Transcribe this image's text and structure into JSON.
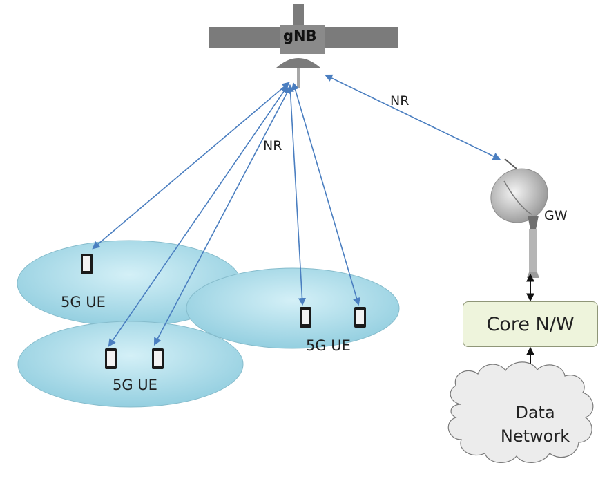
{
  "gnb": {
    "label": "gNB"
  },
  "links": {
    "nr_label_ues": "NR",
    "nr_label_gw": "NR"
  },
  "cells": [
    {
      "label": "5G UE"
    },
    {
      "label": "5G UE"
    },
    {
      "label": "5G UE"
    }
  ],
  "gateway": {
    "label": "GW"
  },
  "core": {
    "label": "Core N/W"
  },
  "data_network": {
    "line1": "Data",
    "line2": "Network"
  },
  "colors": {
    "link": "#4a7ec0",
    "cell_fill": "#a9dbe8",
    "cell_stroke": "#7fb6c9",
    "satellite": "#7a7a7a",
    "core_fill": "#eef4dc",
    "cloud_fill": "#ebebeb"
  }
}
